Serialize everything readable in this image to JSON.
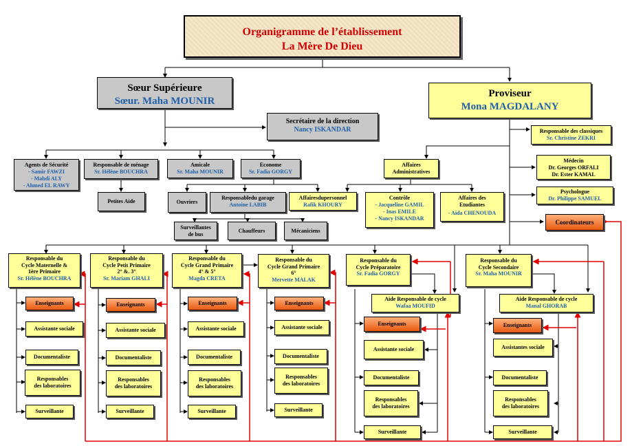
{
  "title": {
    "line1": "Organigramme de l’établissement",
    "line2": "La Mère De Dieu"
  },
  "superieure": {
    "role": "Sœur Supérieure",
    "name": "Sœur. Maha MOUNIR"
  },
  "proviseur": {
    "role": "Proviseur",
    "name": "Mona MAGDALANY"
  },
  "secretaire": {
    "role": "Secrétaire  de la direction",
    "name": "Nancy ISKANDAR"
  },
  "classiques": {
    "role": "Responsable des classiques",
    "name": "Sr. Christine ZEKRI"
  },
  "medecin": {
    "role": "Médecin",
    "names": [
      "Dr. Georges ORFALI",
      "Dr. Ester KAMAL"
    ]
  },
  "psychologue": {
    "role": "Psychologue",
    "name": "Dr. Philippe SAMUEL"
  },
  "coordinateurs": "Coordinateurs",
  "securite": {
    "role": "Agents de Sécurité",
    "names": [
      "- Samir FAWZI",
      "- Mahdi ALY",
      "- Ahmed EL RAWY"
    ]
  },
  "menage": {
    "role": "Responsable de ménage",
    "name": "Sr. Hélène BOUCHRA"
  },
  "amicale": {
    "role": "Amicale",
    "name": "Sr. Maha MOUNIR"
  },
  "econome": {
    "role": "Econome",
    "name": "Sr. Fadia GORGY"
  },
  "petites_aide": "Petites Aide",
  "ouvriers": "Ouvriers",
  "garage": {
    "role": "Responsabledu garage",
    "name": "Antoine LABIB"
  },
  "personnel": {
    "role": "Affairesdupersonnel",
    "name": "Rafik KHOURY"
  },
  "surv_bus": {
    "line1": "Surveillantes",
    "line2": "de bus"
  },
  "chauffeurs": "Chauffeurs",
  "mecaniciens": "Mécaniciens",
  "affaires_admin": {
    "line1": "Affaires",
    "line2": "Administratives"
  },
  "controle": {
    "role": "Contrôle",
    "names": [
      "- Jacqueline GAMIL",
      "- Inas EMILE",
      "- Nancy ISKANDAR"
    ]
  },
  "etudiantes": {
    "line1": "Affaires des",
    "line2": "Etudiantes",
    "name": "- Aida CHENOUDA"
  },
  "cycles": [
    {
      "lines": [
        "Responsable du",
        "Cycle Maternelle  &",
        "1ère Primaire"
      ],
      "name": "Sr. Hélène BOUCHRA"
    },
    {
      "lines": [
        "Responsable du",
        "Cycle Petit Primaire",
        "2° &. 3°"
      ],
      "name": "Sr. Mariam GHALI"
    },
    {
      "lines": [
        "Responsable  du",
        "Cycle Grand Primaire",
        "4° & 5°"
      ],
      "name": "Magda CRETA"
    },
    {
      "lines": [
        "Responsable  du",
        "Cycle Grand Primaire",
        "6°"
      ],
      "name": "Mervette MALAK"
    },
    {
      "lines": [
        "Responsable du",
        "Cycle Préparatoire"
      ],
      "name": "Sr. Fadia GORGY"
    },
    {
      "lines": [
        "Responsable du",
        "Cycle Secondaire"
      ],
      "name": "Sr. Maha MOUNIR"
    }
  ],
  "aides": [
    {
      "role": "Aide Responsable de cycle",
      "name": "Wafaa MOUFID"
    },
    {
      "role": "Aide Responsable de cycle",
      "name": "Manal GHORAB"
    }
  ],
  "staff": {
    "enseignants": "Enseignants",
    "assistante": "Assistante sociale",
    "assistantes": "Assistantes sociale",
    "documentaliste": "Documentaliste",
    "labo1": "Responsables",
    "labo2": "des laboratoires",
    "surveillante": "Surveillante"
  },
  "colors": {
    "title_red": "#d00000",
    "name_blue": "#1f5fa8",
    "box_yellow": "#ffff99",
    "box_gray": "#c8c8c8",
    "arrow_red": "#e00000",
    "highlight_orange": "#ff7b3a"
  }
}
